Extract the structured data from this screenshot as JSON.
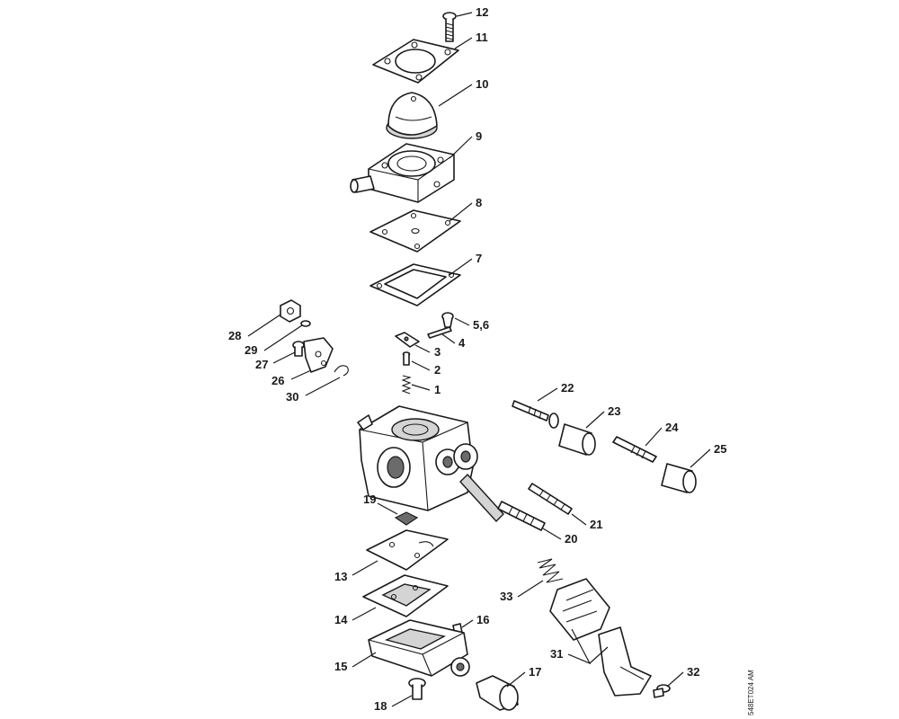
{
  "diagram": {
    "callouts": [
      {
        "id": "12",
        "label": "12"
      },
      {
        "id": "11",
        "label": "11"
      },
      {
        "id": "10",
        "label": "10"
      },
      {
        "id": "9",
        "label": "9"
      },
      {
        "id": "8",
        "label": "8"
      },
      {
        "id": "7",
        "label": "7"
      },
      {
        "id": "5_6",
        "label": "5,6"
      },
      {
        "id": "4",
        "label": "4"
      },
      {
        "id": "3",
        "label": "3"
      },
      {
        "id": "2",
        "label": "2"
      },
      {
        "id": "1",
        "label": "1"
      },
      {
        "id": "28",
        "label": "28"
      },
      {
        "id": "29",
        "label": "29"
      },
      {
        "id": "27",
        "label": "27"
      },
      {
        "id": "26",
        "label": "26"
      },
      {
        "id": "30",
        "label": "30"
      },
      {
        "id": "22",
        "label": "22"
      },
      {
        "id": "23",
        "label": "23"
      },
      {
        "id": "24",
        "label": "24"
      },
      {
        "id": "25",
        "label": "25"
      },
      {
        "id": "19",
        "label": "19"
      },
      {
        "id": "21",
        "label": "21"
      },
      {
        "id": "20",
        "label": "20"
      },
      {
        "id": "13",
        "label": "13"
      },
      {
        "id": "33",
        "label": "33"
      },
      {
        "id": "14",
        "label": "14"
      },
      {
        "id": "16",
        "label": "16"
      },
      {
        "id": "15",
        "label": "15"
      },
      {
        "id": "31",
        "label": "31"
      },
      {
        "id": "17",
        "label": "17"
      },
      {
        "id": "32",
        "label": "32"
      },
      {
        "id": "18",
        "label": "18"
      }
    ],
    "document_code": "548ET024 AM"
  }
}
